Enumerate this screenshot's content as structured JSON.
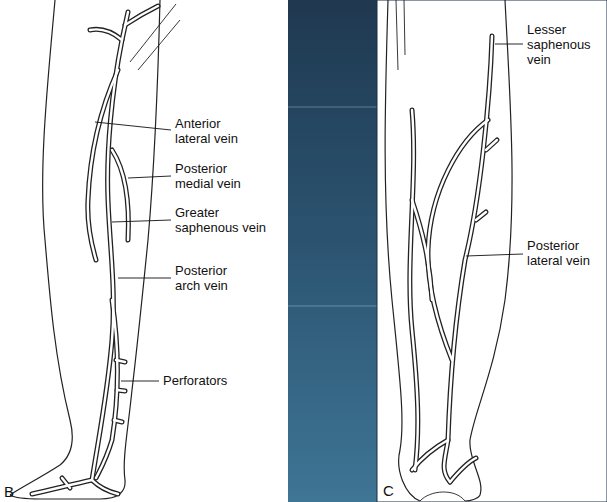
{
  "diagram": {
    "labels": [
      "Anterior lateral vein",
      "Posterior medial vein",
      "Greater saphenous vein",
      "Posterior arch vein",
      "Perforators",
      "Lesser saphenous vein",
      "Posterior lateral vein",
      "B",
      "C"
    ]
  }
}
